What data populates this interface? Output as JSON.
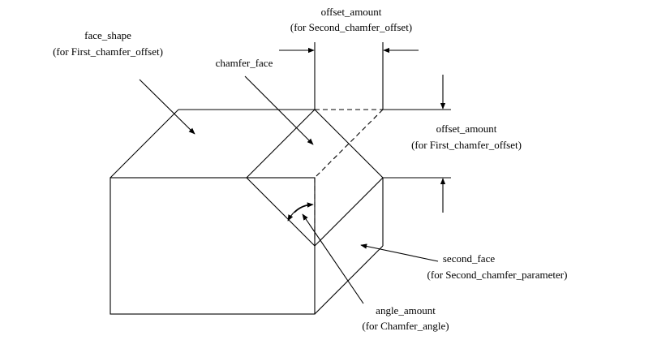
{
  "labels": {
    "face_shape": {
      "name": "face_shape",
      "note": "(for First_chamfer_offset)"
    },
    "chamfer_face": {
      "name": "chamfer_face"
    },
    "offset_amount_second": {
      "name": "offset_amount",
      "note": "(for Second_chamfer_offset)"
    },
    "offset_amount_first": {
      "name": "offset_amount",
      "note": "(for First_chamfer_offset)"
    },
    "second_face": {
      "name": "second_face",
      "note": "(for Second_chamfer_parameter)"
    },
    "angle_amount": {
      "name": "angle_amount",
      "note": "(for Chamfer_angle)"
    }
  }
}
